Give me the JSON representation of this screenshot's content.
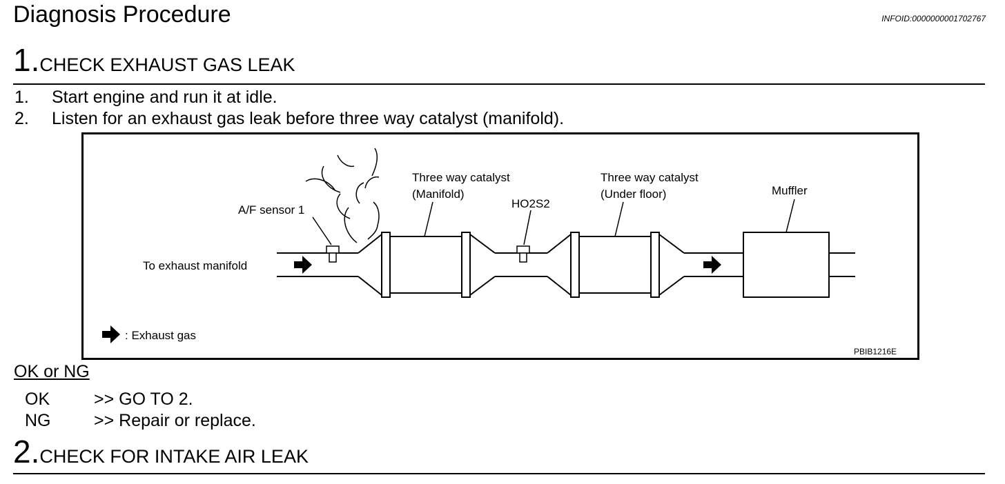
{
  "header": {
    "title": "Diagnosis Procedure",
    "info_id": "INFOID:0000000001702767"
  },
  "step1": {
    "number": "1.",
    "title": "CHECK EXHAUST GAS LEAK",
    "items": [
      {
        "num": "1.",
        "text": "Start engine and run it at idle."
      },
      {
        "num": "2.",
        "text": "Listen for an exhaust gas leak before three way catalyst (manifold)."
      }
    ]
  },
  "figure": {
    "labels": {
      "af_sensor": "A/F sensor 1",
      "twc_manifold_1": "Three way catalyst",
      "twc_manifold_2": "(Manifold)",
      "ho2s2": "HO2S2",
      "twc_underfloor_1": "Three way catalyst",
      "twc_underfloor_2": "(Under floor)",
      "muffler": "Muffler",
      "to_manifold": "To exhaust manifold",
      "legend": ": Exhaust gas",
      "figure_code": "PBIB1216E"
    }
  },
  "result": {
    "heading": "OK or NG",
    "ok_key": "OK",
    "ok_text": ">> GO TO 2.",
    "ng_key": "NG",
    "ng_text": ">> Repair or replace."
  },
  "step2": {
    "number": "2.",
    "title": "CHECK FOR INTAKE AIR LEAK"
  }
}
